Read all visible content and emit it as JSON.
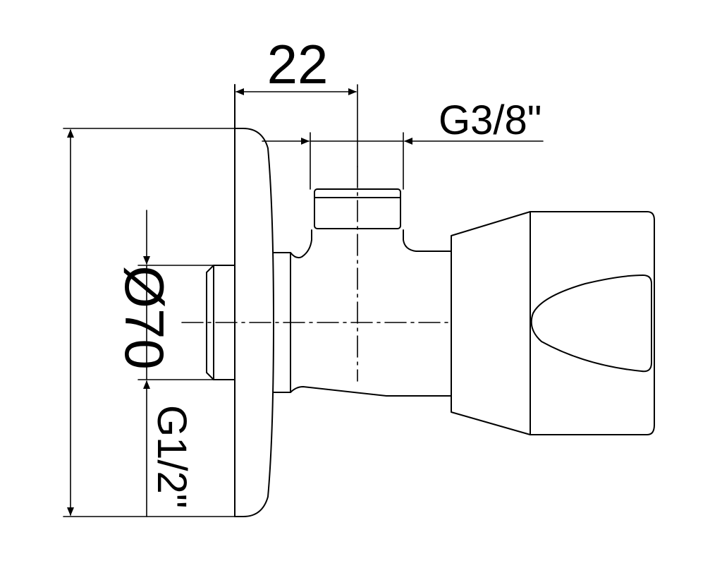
{
  "dimensions": {
    "offset_width": "22",
    "outlet_thread": "G3/8\"",
    "rosette_diameter": "Ø70",
    "inlet_thread": "G1/2\""
  },
  "colors": {
    "line": "#000000",
    "background": "#ffffff"
  }
}
